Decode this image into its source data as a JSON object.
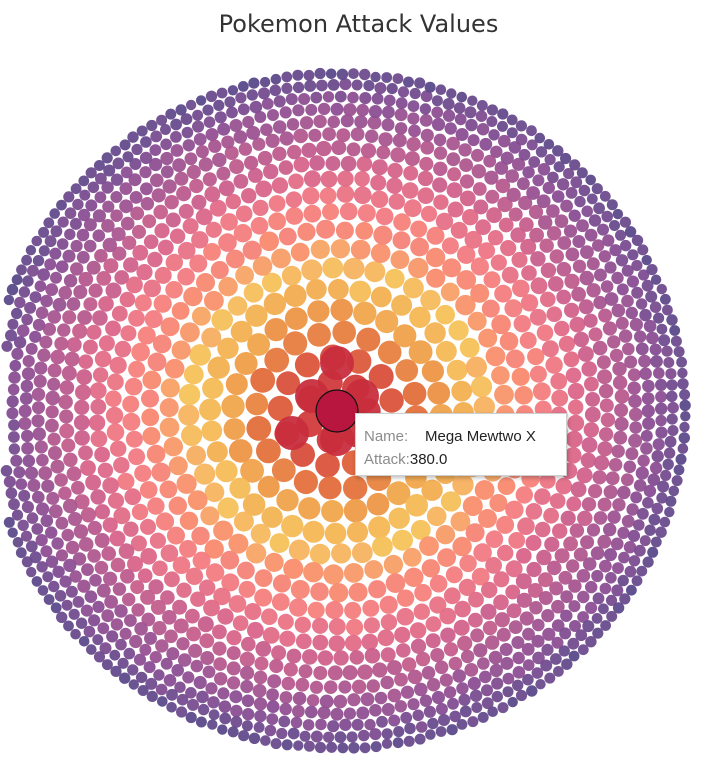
{
  "chart_data": {
    "type": "packed-bubble",
    "title": "Pokemon Attack Values",
    "color_scale": [
      "#b8163e",
      "#d23c3c",
      "#e26a3a",
      "#f0a24a",
      "#f6c35a",
      "#f98b6e",
      "#f27a83",
      "#d8648a",
      "#b0588f",
      "#8a4e93",
      "#5a4a8a"
    ],
    "highlighted": {
      "name": "Mega Mewtwo X",
      "attack": "380.0",
      "color": "#b8163e"
    },
    "tooltip": {
      "name_label": "Name:",
      "name_value": "Mega Mewtwo X",
      "attack_label": "Attack:",
      "attack_value": "380.0"
    }
  }
}
